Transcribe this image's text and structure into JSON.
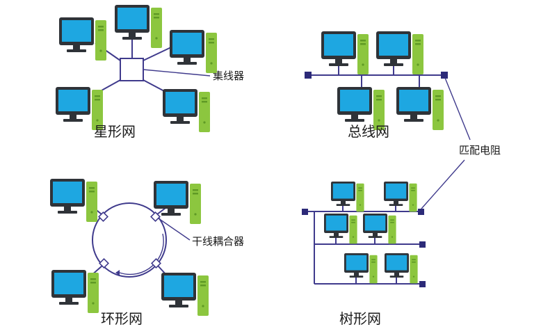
{
  "colors": {
    "wire": "#3f3a8c",
    "screen": "#1ea7e1",
    "bezel": "#2f3338",
    "tower": "#8cc63f",
    "terminator": "#2c2a78"
  },
  "star": {
    "title": "星形网",
    "hub_label": "集线器"
  },
  "bus": {
    "title": "总线网",
    "terminator_label": "匹配电阻"
  },
  "ring": {
    "title": "环形网",
    "coupler_label": "干线耦合器"
  },
  "tree": {
    "title": "树形网"
  },
  "icons": {
    "computer": "desktop-computer-icon"
  }
}
